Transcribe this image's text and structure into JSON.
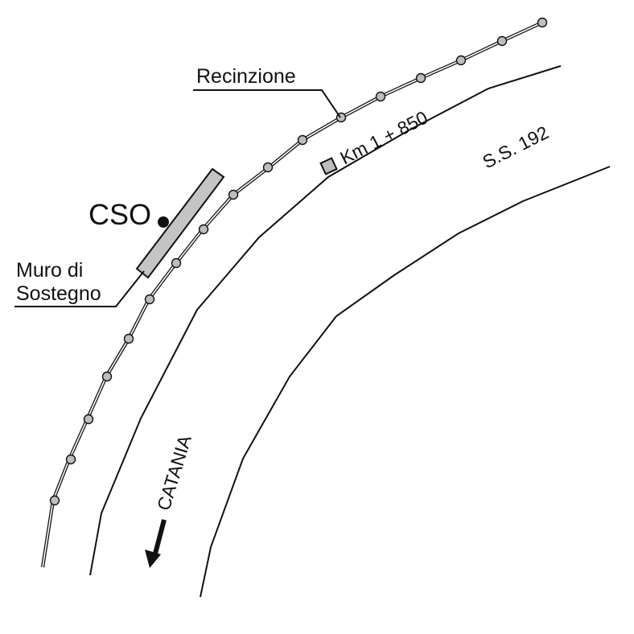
{
  "labels": {
    "fence": "Recinzione",
    "kilometer": "Km 1 + 850",
    "road": "S.S. 192",
    "station": "CSO",
    "wall_line1": "Muro di",
    "wall_line2": "Sostegno",
    "direction": "CATANIA"
  },
  "colors": {
    "ink": "#111111",
    "marker_fill": "#bdbdbd",
    "wall_fill": "#c4c4c4",
    "background": "#ffffff"
  },
  "icons": {
    "station_marker": "filled-circle",
    "kilometer_marker": "square",
    "direction_arrow": "arrow-down"
  }
}
